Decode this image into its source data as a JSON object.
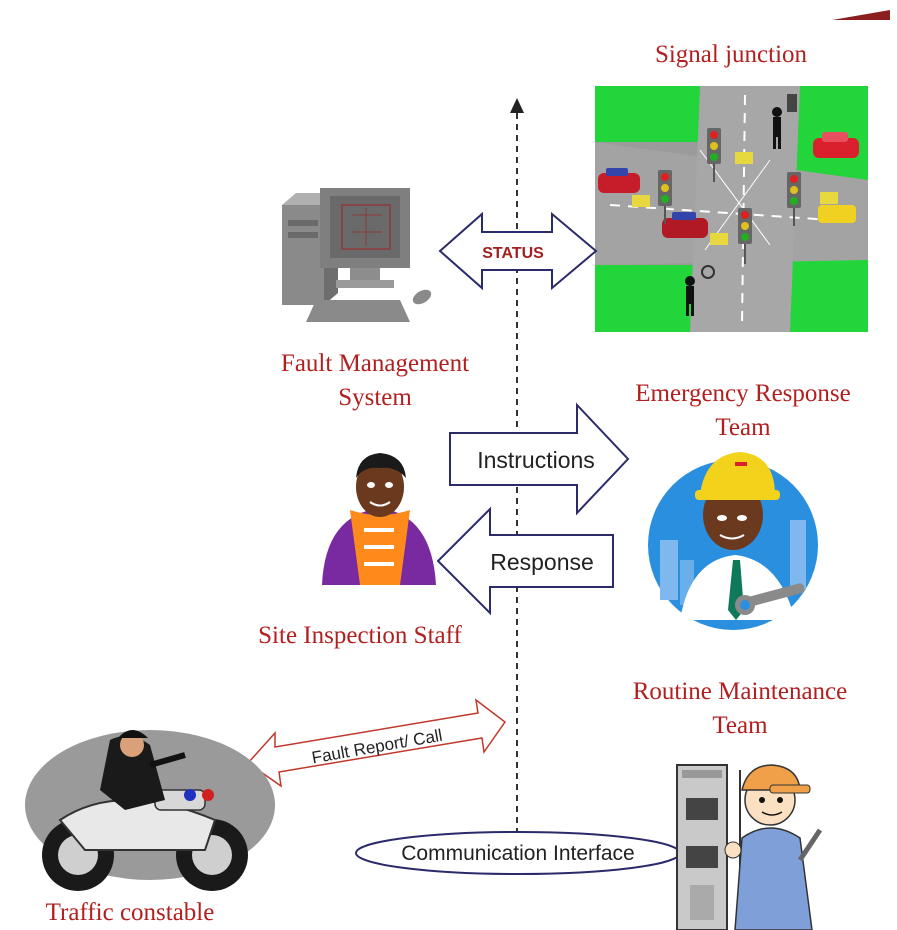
{
  "labels": {
    "signal_junction": "Signal junction",
    "fault_management_line1": "Fault Management",
    "fault_management_line2": "System",
    "emergency_response_line1": "Emergency Response",
    "emergency_response_line2": "Team",
    "site_inspection": "Site Inspection Staff",
    "routine_maintenance_line1": "Routine Maintenance",
    "routine_maintenance_line2": "Team",
    "traffic_constable": "Traffic constable"
  },
  "arrows": {
    "status": "STATUS",
    "instructions": "Instructions",
    "response": "Response",
    "fault_report": "Fault Report/ Call"
  },
  "communication_interface": "Communication Interface",
  "colors": {
    "label_red": "#b21f1f",
    "arrow_outline": "#2b2a6b",
    "status_red": "#a11f1f",
    "grass_green": "#20d33a",
    "road_gray": "#9a9a9a"
  },
  "icons": [
    "computer-icon",
    "traffic-junction-icon",
    "inspection-staff-icon",
    "emergency-worker-icon",
    "maintenance-worker-icon",
    "traffic-constable-icon"
  ]
}
